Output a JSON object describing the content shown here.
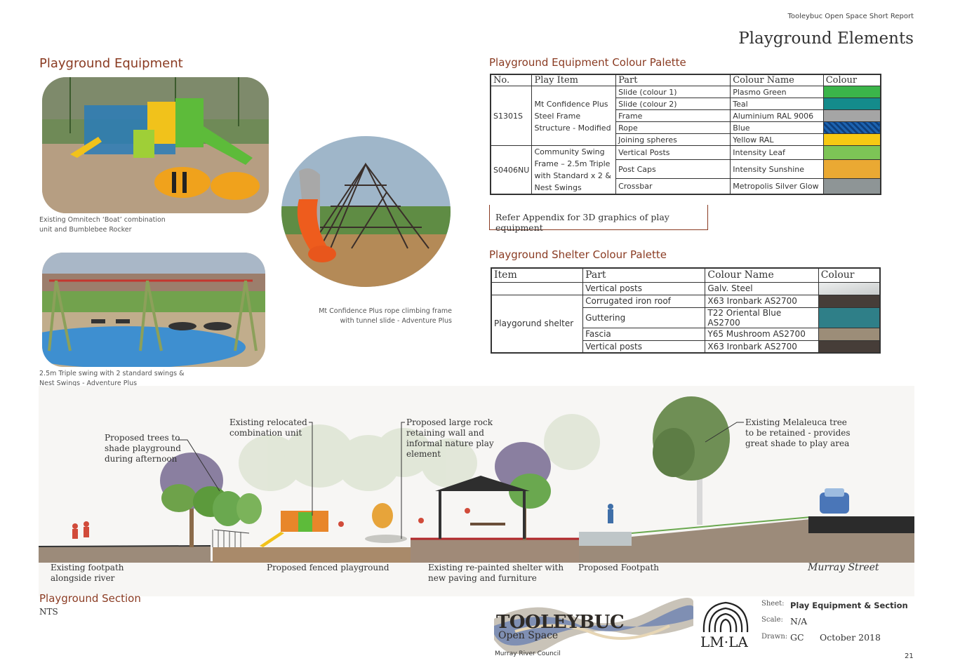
{
  "header": {
    "report": "Tooleybuc Open Space Short Report",
    "page_title": "Playground Elements"
  },
  "equipment": {
    "heading": "Playground Equipment",
    "caption1": [
      "Existing Omnitech ‘Boat’ combination",
      "unit and Bumblebee Rocker"
    ],
    "caption2": [
      "2.5m Triple swing with 2 standard swings &",
      "Nest Swings - Adventure Plus"
    ],
    "caption3": [
      "Mt Confidence Plus rope climbing frame",
      "with tunnel slide - Adventure Plus"
    ]
  },
  "equip_palette": {
    "heading": "Playground Equipment Colour Palette",
    "headers": [
      "No.",
      "Play Item",
      "Part",
      "Colour Name",
      "Colour"
    ],
    "groups": [
      {
        "no": "S1301S",
        "item": [
          "Mt Confidence Plus",
          "Steel Frame",
          "Structure - Modified"
        ],
        "rows": [
          {
            "part": "Slide (colour 1)",
            "name": "Plasmo Green",
            "color": "#3bb54a"
          },
          {
            "part": "Slide (colour 2)",
            "name": "Teal",
            "color": "#148b8b"
          },
          {
            "part": "Frame",
            "name": "Aluminium RAL 9006",
            "color": "#a5a5a5"
          },
          {
            "part": "Rope",
            "name": "Blue",
            "color": "#1d63b0"
          },
          {
            "part": "Joining spheres",
            "name": "Yellow RAL",
            "color": "#f7c913"
          }
        ]
      },
      {
        "no": "S0406NU",
        "item": [
          "Community Swing",
          "Frame – 2.5m Triple",
          "with Standard x 2 &",
          "Nest Swings"
        ],
        "rows": [
          {
            "part": "Vertical Posts",
            "name": "Intensity Leaf",
            "color": "#7dc456"
          },
          {
            "part": "Post Caps",
            "name": "Intensity Sunshine",
            "color": "#eaa933"
          },
          {
            "part": "Crossbar",
            "name": "Metropolis Silver Glow",
            "color": "#8e9596"
          }
        ]
      }
    ],
    "note": "Refer Appendix for 3D graphics of play equipment"
  },
  "shelter_palette": {
    "heading": "Playground Shelter Colour Palette",
    "headers": [
      "Item",
      "Part",
      "Colour Name",
      "Colour"
    ],
    "item": "Playgorund shelter",
    "rows": [
      {
        "part": "Vertical posts",
        "name": "Galv. Steel",
        "color": "#d9dcdc"
      },
      {
        "part": "Corrugated iron roof",
        "name": "X63 Ironbark AS2700",
        "color": "#463d38"
      },
      {
        "part": "Guttering",
        "name": "T22 Oriental Blue AS2700",
        "color": "#2f7f88"
      },
      {
        "part": "Fascia",
        "name": "Y65 Mushroom AS2700",
        "color": "#9c8d78"
      },
      {
        "part": "Vertical posts",
        "name": "X63 Ironbark AS2700",
        "color": "#463d38"
      }
    ]
  },
  "section": {
    "annotations": {
      "trees": [
        "Proposed trees to",
        "shade playground",
        "during afternoon"
      ],
      "relocated": [
        "Existing relocated",
        "combination unit"
      ],
      "rock": [
        "Proposed large rock",
        "retaining wall  and",
        "informal nature play",
        "element"
      ],
      "melaleuca": [
        "Existing Melaleuca tree",
        "to be retained - provides",
        "great shade to play area"
      ]
    },
    "labels": {
      "footpath": [
        "Existing footpath",
        "alongside river"
      ],
      "fenced": "Proposed fenced playground",
      "shelter": [
        "Existing re-painted shelter with",
        "new paving and furniture"
      ],
      "proposed_footpath": "Proposed Footpath",
      "street": "Murray Street"
    },
    "heading": "Playground Section",
    "scale_note": "NTS"
  },
  "footer": {
    "logo_title": "TOOLEYBUC",
    "logo_sub": "Open Space",
    "council": "Murray River Council",
    "firm": "LM·LA",
    "sheet_label": "Sheet:",
    "sheet_value": "Play Equipment & Section",
    "scale_label": "Scale:",
    "scale_value": "N/A",
    "drawn_label": "Drawn:",
    "drawn_value": "GC",
    "date": "October 2018",
    "page_number": "21"
  }
}
